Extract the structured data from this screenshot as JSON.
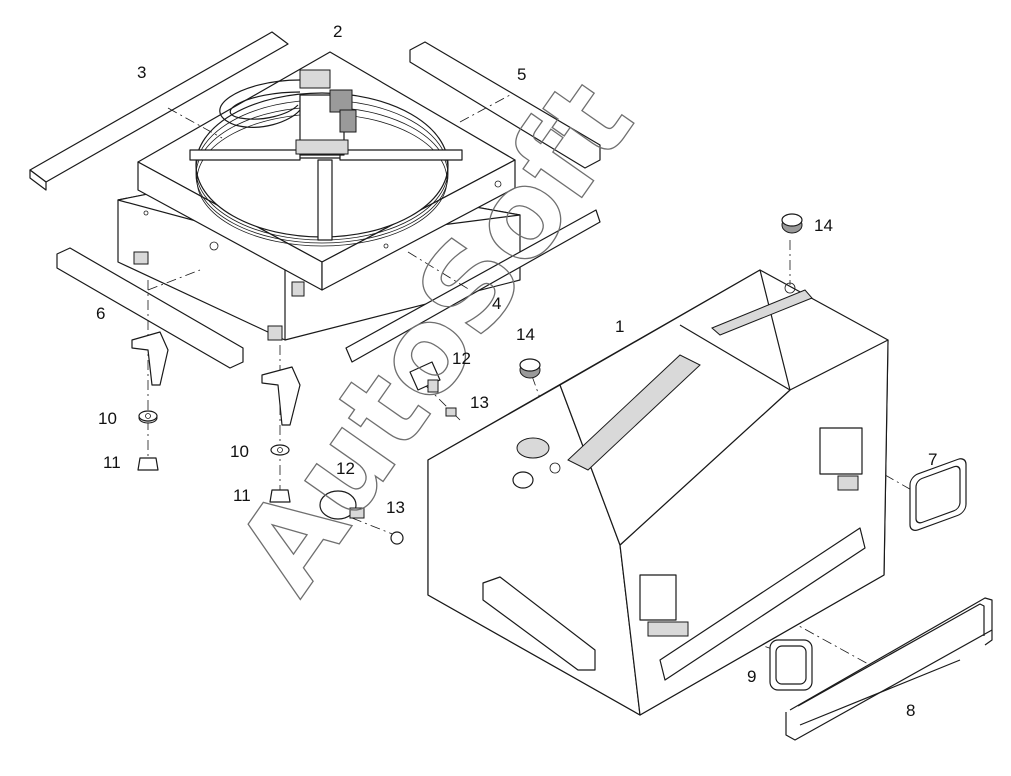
{
  "watermark": "AutoSoft",
  "callouts": [
    {
      "id": "c1",
      "text": "1"
    },
    {
      "id": "c2",
      "text": "2"
    },
    {
      "id": "c3",
      "text": "3"
    },
    {
      "id": "c4",
      "text": "4"
    },
    {
      "id": "c5",
      "text": "5"
    },
    {
      "id": "c6",
      "text": "6"
    },
    {
      "id": "c7",
      "text": "7"
    },
    {
      "id": "c8",
      "text": "8"
    },
    {
      "id": "c9",
      "text": "9"
    },
    {
      "id": "c10a",
      "text": "10"
    },
    {
      "id": "c10b",
      "text": "10"
    },
    {
      "id": "c11a",
      "text": "11"
    },
    {
      "id": "c11b",
      "text": "11"
    },
    {
      "id": "c12a",
      "text": "12"
    },
    {
      "id": "c12b",
      "text": "12"
    },
    {
      "id": "c13a",
      "text": "13"
    },
    {
      "id": "c13b",
      "text": "13"
    },
    {
      "id": "c14a",
      "text": "14"
    },
    {
      "id": "c14b",
      "text": "14"
    }
  ]
}
